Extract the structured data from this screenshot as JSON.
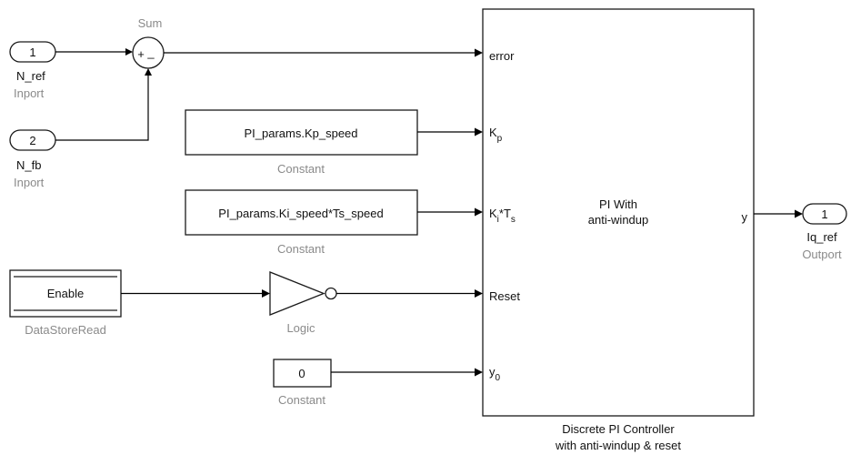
{
  "blocks": {
    "sum": {
      "name": "Sum",
      "plus": "+",
      "minus": "_"
    },
    "inport1": {
      "number": "1",
      "signal": "N_ref",
      "type": "Inport"
    },
    "inport2": {
      "number": "2",
      "signal": "N_fb",
      "type": "Inport"
    },
    "const_kp": {
      "value": "PI_params.Kp_speed",
      "type": "Constant"
    },
    "const_ki": {
      "value": "PI_params.Ki_speed*Ts_speed",
      "type": "Constant"
    },
    "datastore": {
      "value": "Enable",
      "type": "DataStoreRead"
    },
    "logic": {
      "type": "Logic"
    },
    "const_zero": {
      "value": "0",
      "type": "Constant"
    },
    "controller": {
      "title_line1": "PI With",
      "title_line2": "anti-windup",
      "caption_line1": "Discrete PI Controller",
      "caption_line2": "with anti-windup & reset",
      "ports": {
        "error": "error",
        "kp_main": "K",
        "kp_sub": "p",
        "ki_main": "K",
        "ki_sub": "i",
        "ki_mult": "*T",
        "ki_sub2": "s",
        "reset": "Reset",
        "y0_main": "y",
        "y0_sub": "0",
        "out": "y"
      }
    },
    "outport": {
      "number": "1",
      "signal": "Iq_ref",
      "type": "Outport"
    }
  },
  "colors": {
    "block_stroke": "#1a1a1a",
    "label_gray": "#8a8a8a",
    "text": "#111111"
  }
}
